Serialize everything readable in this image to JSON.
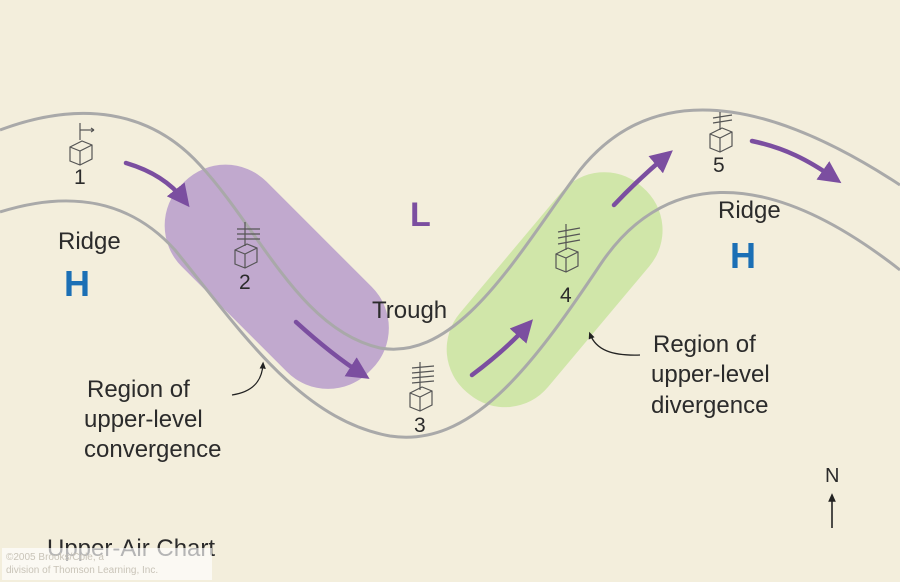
{
  "labels": {
    "ridge_left": "Ridge",
    "ridge_right": "Ridge",
    "high_left": "H",
    "high_right": "H",
    "low": "L",
    "trough": "Trough",
    "station_1": "1",
    "station_2": "2",
    "station_3": "3",
    "station_4": "4",
    "station_5": "5",
    "convergence": [
      "Region of",
      "upper-level",
      "convergence"
    ],
    "divergence": [
      "Region of",
      "upper-level",
      "divergence"
    ],
    "north": "N",
    "chart_title": "Upper-Air Chart",
    "credit": [
      "©2005 Brooks/Cole, a",
      "division of Thomson Learning, Inc."
    ]
  },
  "colors": {
    "background": "#f3eedc",
    "contour": "#a9a9a9",
    "arrow": "#7b4ea0",
    "high": "#1b6fb5",
    "low": "#7b4ea0",
    "convergence_fill": "#b79ccb",
    "divergence_fill": "#c9e4a0"
  },
  "icons": [
    "wind-barb-icon",
    "north-arrow-icon",
    "flow-arrow-icon"
  ]
}
